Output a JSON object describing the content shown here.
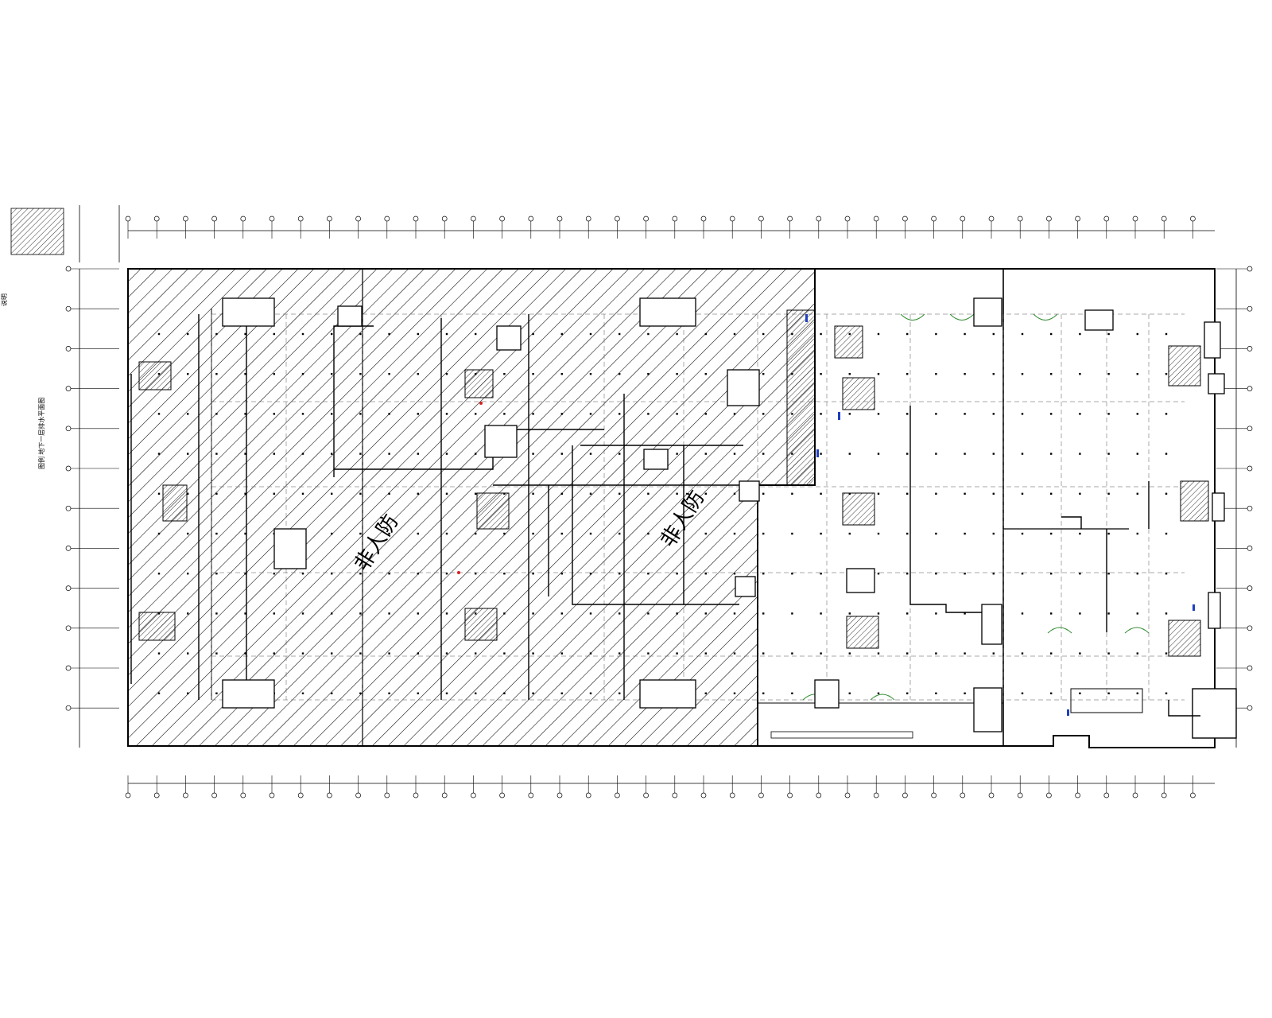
{
  "drawing": {
    "zone_label_left": "非人防",
    "zone_label_right": "非人防",
    "caption_vertical": "图例 地下一层排水平面图",
    "legend_note": "说明"
  },
  "colors": {
    "line": "#000000",
    "hatch": "#000000",
    "sprinkler_green": "#2e8b2e",
    "accent_blue": "#1f3fbf",
    "accent_red": "#d42020"
  }
}
